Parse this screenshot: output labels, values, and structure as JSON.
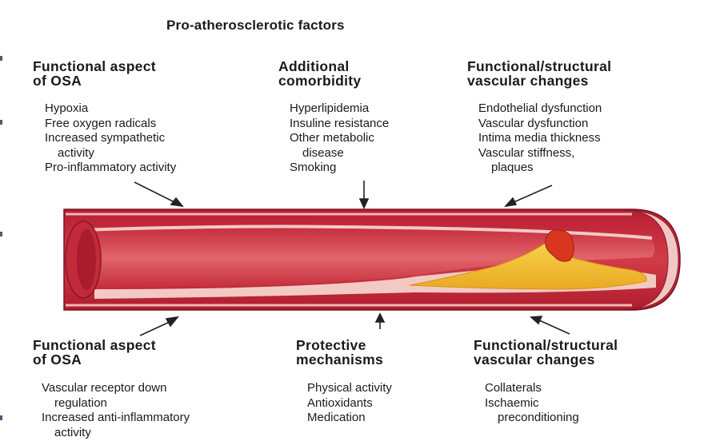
{
  "title": "Pro-atherosclerotic factors",
  "top": [
    {
      "heading": [
        "Functional aspect",
        "of OSA"
      ],
      "items": [
        "Hypoxia",
        "Free oxygen radicals",
        "Increased sympathetic",
        "activity",
        "Pro-inflammatory activity"
      ]
    },
    {
      "heading": [
        "Additional",
        "comorbidity"
      ],
      "items": [
        "Hyperlipidemia",
        "Insuline resistance",
        "Other metabolic",
        "disease",
        "Smoking"
      ]
    },
    {
      "heading": [
        "Functional/structural",
        "vascular changes"
      ],
      "items": [
        "Endothelial dysfunction",
        "Vascular dysfunction",
        "Intima media thickness",
        "Vascular stiffness,",
        "plaques"
      ]
    }
  ],
  "bottom": [
    {
      "heading": [
        "Functional aspect",
        "of OSA"
      ],
      "items": [
        "Vascular receptor down",
        "regulation",
        "Increased anti-inflammatory",
        "activity"
      ]
    },
    {
      "heading": [
        "Protective",
        "mechanisms"
      ],
      "items": [
        "Physical activity",
        "Antioxidants",
        "Medication"
      ]
    },
    {
      "heading": [
        "Functional/structural",
        "vascular changes"
      ],
      "items": [
        "Collaterals",
        "Ischaemic",
        "preconditioning"
      ]
    }
  ],
  "colors": {
    "vessel_outer": "#c8283a",
    "vessel_inner": "#d94b55",
    "intima": "#f2c6c2",
    "plaque": "#f4c430",
    "thrombus": "#d8361e",
    "arrow": "#222222"
  }
}
